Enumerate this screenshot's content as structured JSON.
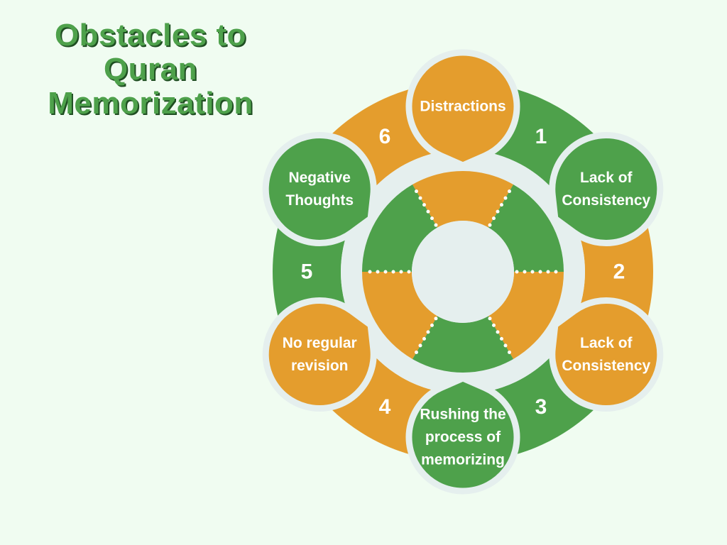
{
  "title": {
    "line1": "Obstacles to",
    "line2": "Quran",
    "line3": "Memorization"
  },
  "colors": {
    "background": "#f0fcf1",
    "green": "#4ea14b",
    "orange": "#e49d2d",
    "pale": "#e5efee",
    "title_shadow": "#1f4e22"
  },
  "segments": [
    {
      "number": "1",
      "label": [
        "Lack of",
        "Consistency"
      ]
    },
    {
      "number": "2",
      "label": [
        "Lack of",
        "Consistency"
      ]
    },
    {
      "number": "3",
      "label": [
        "Rushing the",
        "process of",
        "memorizing"
      ]
    },
    {
      "number": "4",
      "label": [
        "No regular",
        "revision"
      ]
    },
    {
      "number": "5",
      "label": [
        "Negative",
        "Thoughts"
      ]
    },
    {
      "number": "6",
      "label": [
        "Distractions"
      ]
    }
  ]
}
